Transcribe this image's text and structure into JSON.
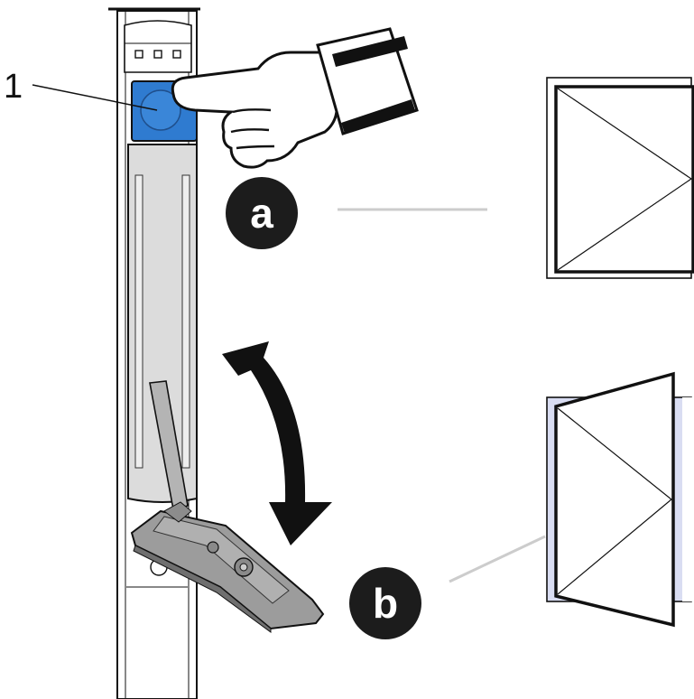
{
  "figure": {
    "reference_number": "1",
    "steps": [
      {
        "id": "a",
        "label": "a",
        "state": "window closed"
      },
      {
        "id": "b",
        "label": "b",
        "state": "window tilted open"
      }
    ],
    "icons": [
      "pointing-hand-icon",
      "double-arrow-icon",
      "closed-window-icon",
      "tilted-window-icon"
    ],
    "colors": {
      "button_blue": "#2f7bd0",
      "cover_grey": "#dcdcdc",
      "handle_grey": "#9c9c9c",
      "tilt_glass": "#d9ddf2",
      "callout": "#1c1c1c",
      "line": "#111111"
    }
  }
}
